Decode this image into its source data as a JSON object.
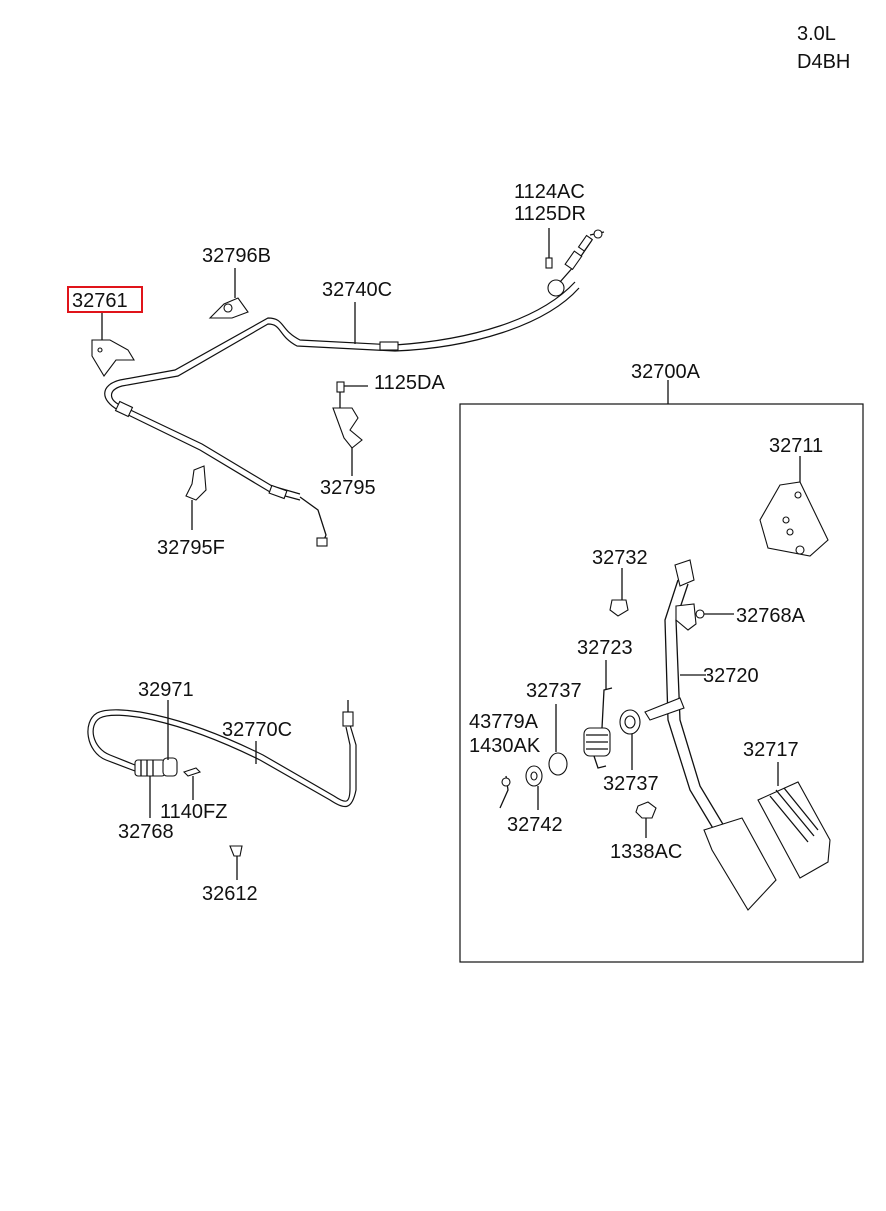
{
  "header": {
    "engine": "3.0L",
    "code": "D4BH"
  },
  "callouts": [
    {
      "id": "32761",
      "text": "32761",
      "selected": true
    },
    {
      "id": "32796B",
      "text": "32796B"
    },
    {
      "id": "32740C",
      "text": "32740C"
    },
    {
      "id": "1124AC",
      "text": "1124AC"
    },
    {
      "id": "1125DR",
      "text": "1125DR"
    },
    {
      "id": "1125DA",
      "text": "1125DA"
    },
    {
      "id": "32795",
      "text": "32795"
    },
    {
      "id": "32795F",
      "text": "32795F"
    },
    {
      "id": "32700A",
      "text": "32700A"
    },
    {
      "id": "32711",
      "text": "32711"
    },
    {
      "id": "32732",
      "text": "32732"
    },
    {
      "id": "32768A",
      "text": "32768A"
    },
    {
      "id": "32723",
      "text": "32723"
    },
    {
      "id": "32720",
      "text": "32720"
    },
    {
      "id": "32737a",
      "text": "32737"
    },
    {
      "id": "43779A",
      "text": "43779A"
    },
    {
      "id": "1430AK",
      "text": "1430AK"
    },
    {
      "id": "32737b",
      "text": "32737"
    },
    {
      "id": "32717",
      "text": "32717"
    },
    {
      "id": "32742",
      "text": "32742"
    },
    {
      "id": "1338AC",
      "text": "1338AC"
    },
    {
      "id": "32971",
      "text": "32971"
    },
    {
      "id": "32770C",
      "text": "32770C"
    },
    {
      "id": "1140FZ",
      "text": "1140FZ"
    },
    {
      "id": "32768",
      "text": "32768"
    },
    {
      "id": "32612",
      "text": "32612"
    }
  ]
}
